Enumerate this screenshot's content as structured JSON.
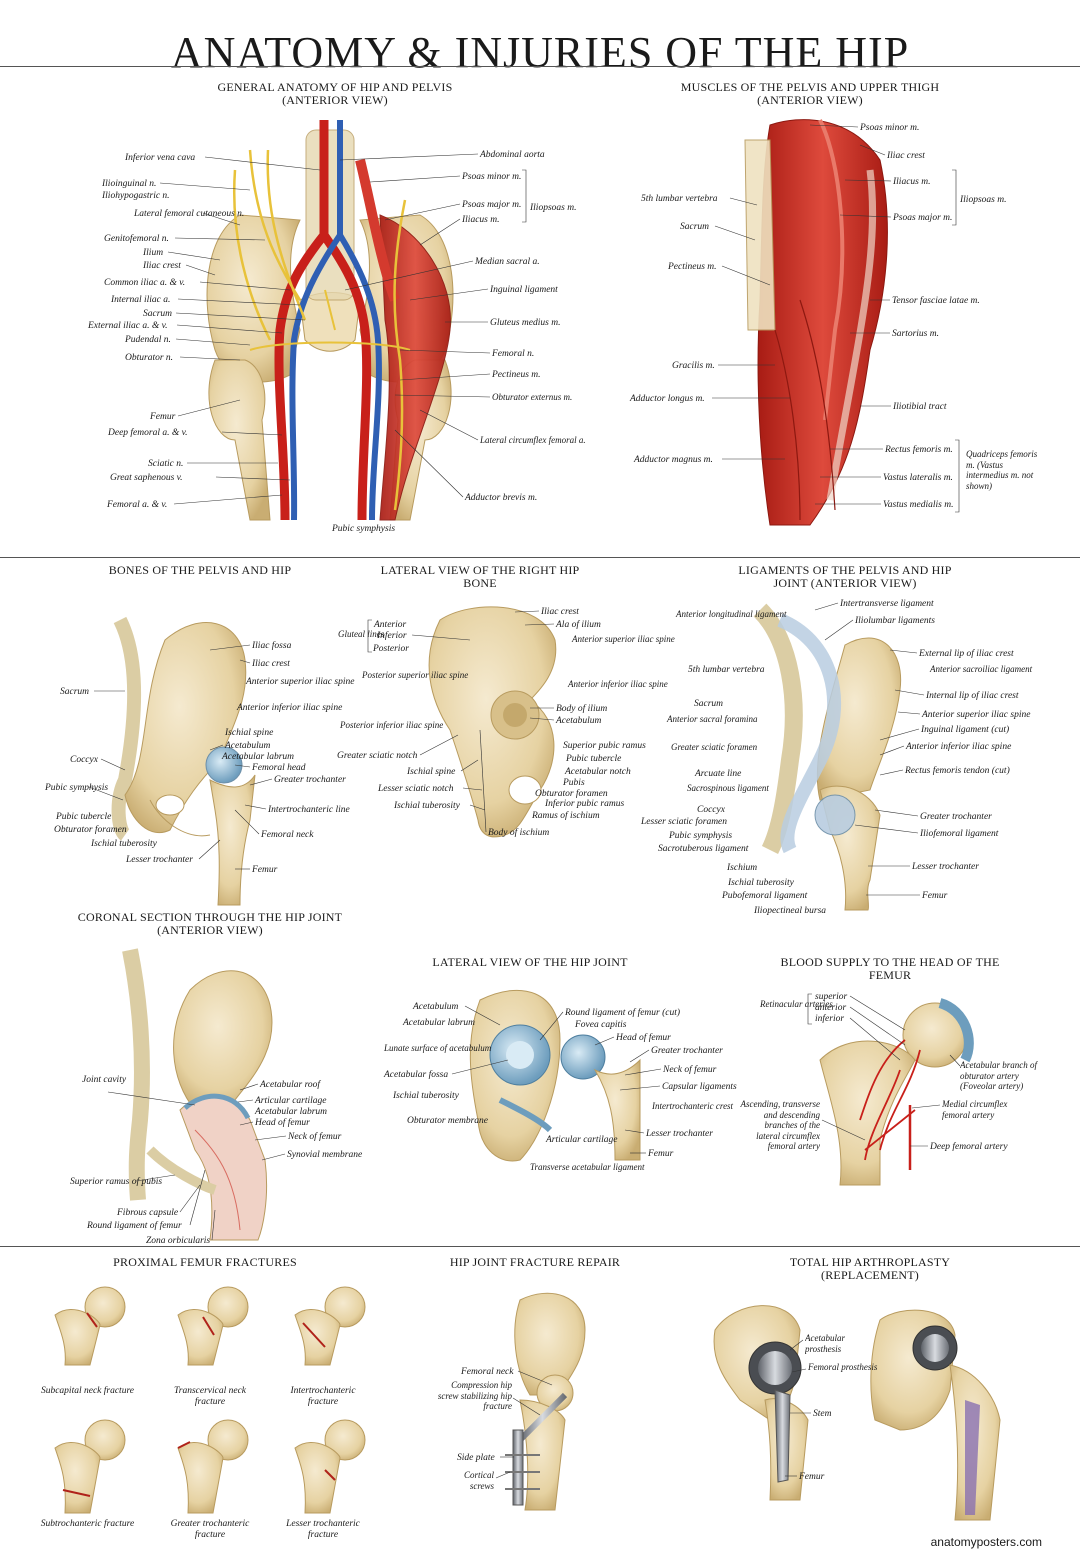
{
  "title": "ANATOMY & INJURIES OF THE HIP",
  "footer": "anatomyposters.com",
  "panels": [
    {
      "id": "general",
      "title": "GENERAL  ANATOMY OF HIP AND PELVIS (ANTERIOR VIEW)",
      "labels": [
        "Inferior vena cava",
        "Ilioinguinal n.",
        "Iliohypogastric n.",
        "Lateral femoral cutaneous n.",
        "Genitofemoral n.",
        "Ilium",
        "Iliac crest",
        "Common iliac a. & v.",
        "Internal iliac a.",
        "Sacrum",
        "External iliac a. & v.",
        "Pudendal n.",
        "Obturator n.",
        "Femur",
        "Deep femoral a. & v.",
        "Sciatic n.",
        "Great saphenous v.",
        "Femoral a. & v.",
        "Pubic symphysis",
        "Abdominal aorta",
        "Psoas minor m.",
        "Psoas major m.",
        "Iliacus m.",
        "Iliopsoas m.",
        "Median sacral a.",
        "Inguinal ligament",
        "Gluteus medius m.",
        "Femoral n.",
        "Pectineus m.",
        "Obturator externus m.",
        "Lateral circumflex femoral a.",
        "Adductor brevis m."
      ]
    },
    {
      "id": "muscles",
      "title": "MUSCLES OF THE PELVIS AND UPPER THIGH  (ANTERIOR VIEW)",
      "labels": [
        "Psoas minor m.",
        "Iliac crest",
        "Iliacus m.",
        "Iliopsoas m.",
        "Psoas major m.",
        "5th lumbar vertebra",
        "Sacrum",
        "Pectineus m.",
        "Tensor fasciae latae m.",
        "Sartorius m.",
        "Gracilis m.",
        "Adductor longus m.",
        "Iliotibial tract",
        "Adductor magnus m.",
        "Rectus femoris m.",
        "Vastus lateralis m.",
        "Vastus medialis m.",
        "Quadriceps femoris m. (Vastus intermedius m. not shown)"
      ]
    },
    {
      "id": "bones",
      "title": "BONES OF THE PELVIS AND HIP",
      "labels": [
        "Iliac fossa",
        "Iliac crest",
        "Anterior superior iliac spine",
        "Anterior inferior iliac spine",
        "Sacrum",
        "Ischial spine",
        "Acetabulum",
        "Acetabular labrum",
        "Femoral head",
        "Coccyx",
        "Greater trochanter",
        "Pubic symphysis",
        "Intertrochanteric line",
        "Pubic tubercle",
        "Obturator foramen",
        "Femoral neck",
        "Ischial tuberosity",
        "Lesser trochanter",
        "Femur"
      ]
    },
    {
      "id": "lateral-bone",
      "title": "LATERAL VIEW OF THE RIGHT HIP BONE",
      "labels": [
        "Iliac crest",
        "Ala of ilium",
        "Anterior",
        "Inferior",
        "Posterior",
        "Gluteal lines",
        "Anterior superior iliac spine",
        "Posterior superior iliac spine",
        "Anterior inferior iliac spine",
        "Body of ilium",
        "Acetabulum",
        "Posterior inferior iliac spine",
        "Superior pubic ramus",
        "Greater sciatic notch",
        "Pubic tubercle",
        "Ischial spine",
        "Acetabular notch",
        "Pubis",
        "Lesser sciatic notch",
        "Obturator foramen",
        "Ischial tuberosity",
        "Inferior pubic ramus",
        "Ramus of ischium",
        "Body of ischium"
      ]
    },
    {
      "id": "ligaments",
      "title": "LIGAMENTS OF THE PELVIS AND HIP JOINT (ANTERIOR VIEW)",
      "labels": [
        "Intertransverse ligament",
        "Anterior longitudinal ligament",
        "Iliolumbar ligaments",
        "External lip of iliac crest",
        "5th lumbar vertebra",
        "Anterior sacroiliac ligament",
        "Internal lip of iliac crest",
        "Sacrum",
        "Anterior superior iliac spine",
        "Anterior sacral foramina",
        "Inguinal ligament (cut)",
        "Greater sciatic foramen",
        "Anterior inferior iliac spine",
        "Arcuate line",
        "Rectus femoris tendon (cut)",
        "Sacrospinous ligament",
        "Coccyx",
        "Greater trochanter",
        "Lesser sciatic foramen",
        "Iliofemoral ligament",
        "Pubic symphysis",
        "Sacrotuberous ligament",
        "Ischium",
        "Lesser trochanter",
        "Ischial tuberosity",
        "Pubofemoral ligament",
        "Femur",
        "Iliopectineal bursa"
      ]
    },
    {
      "id": "coronal",
      "title": "CORONAL SECTION THROUGH THE HIP JOINT (ANTERIOR VIEW)",
      "labels": [
        "Joint cavity",
        "Acetabular roof",
        "Articular cartilage",
        "Acetabular labrum",
        "Head of femur",
        "Neck of femur",
        "Synovial membrane",
        "Superior ramus of pubis",
        "Fibrous capsule",
        "Round ligament of femur",
        "Zona orbicularis"
      ]
    },
    {
      "id": "lateral-joint",
      "title": "LATERAL VIEW OF THE HIP JOINT",
      "labels": [
        "Acetabulum",
        "Round ligament of femur (cut)",
        "Fovea capitis",
        "Acetabular labrum",
        "Head of femur",
        "Greater trochanter",
        "Lunate surface of acetabulum",
        "Neck of femur",
        "Acetabular fossa",
        "Capsular ligaments",
        "Ischial tuberosity",
        "Intertrochanteric crest",
        "Obturator membrane",
        "Lesser trochanter",
        "Articular cartilage",
        "Femur",
        "Transverse acetabular ligament"
      ]
    },
    {
      "id": "blood",
      "title": "BLOOD SUPPLY TO THE HEAD OF THE FEMUR",
      "labels": [
        "superior",
        "anterior",
        "inferior",
        "Retinacular arteries",
        "Acetabular branch of obturator artery (Foveolar artery)",
        "Ascending, transverse and descending branches of the lateral circumflex femoral artery",
        "Medial circumflex femoral artery",
        "Deep femoral artery"
      ]
    },
    {
      "id": "fractures",
      "title": "PROXIMAL FEMUR FRACTURES",
      "labels": [
        "Subcapital neck fracture",
        "Transcervical neck fracture",
        "Intertrochanteric fracture",
        "Subtrochanteric fracture",
        "Greater trochanteric fracture",
        "Lesser trochanteric fracture"
      ]
    },
    {
      "id": "repair",
      "title": "HIP JOINT FRACTURE REPAIR",
      "labels": [
        "Femoral neck",
        "Compression hip screw stabilizing hip fracture",
        "Side plate",
        "Cortical screws"
      ]
    },
    {
      "id": "arthroplasty",
      "title": "TOTAL HIP ARTHROPLASTY (REPLACEMENT)",
      "labels": [
        "Acetabular prosthesis",
        "Femoral prosthesis",
        "Stem",
        "Femur"
      ]
    }
  ],
  "colors": {
    "bone": "#e8d6a8",
    "bone_dark": "#c9ad72",
    "muscle": "#c8281e",
    "muscle_light": "#e0574a",
    "artery": "#c8201a",
    "vein": "#2f5fb3",
    "nerve": "#e8c23a",
    "ligament": "#b9cde0",
    "cartilage": "#8fb6d0",
    "metal": "#8a8f96",
    "text": "#1a1a1a"
  }
}
